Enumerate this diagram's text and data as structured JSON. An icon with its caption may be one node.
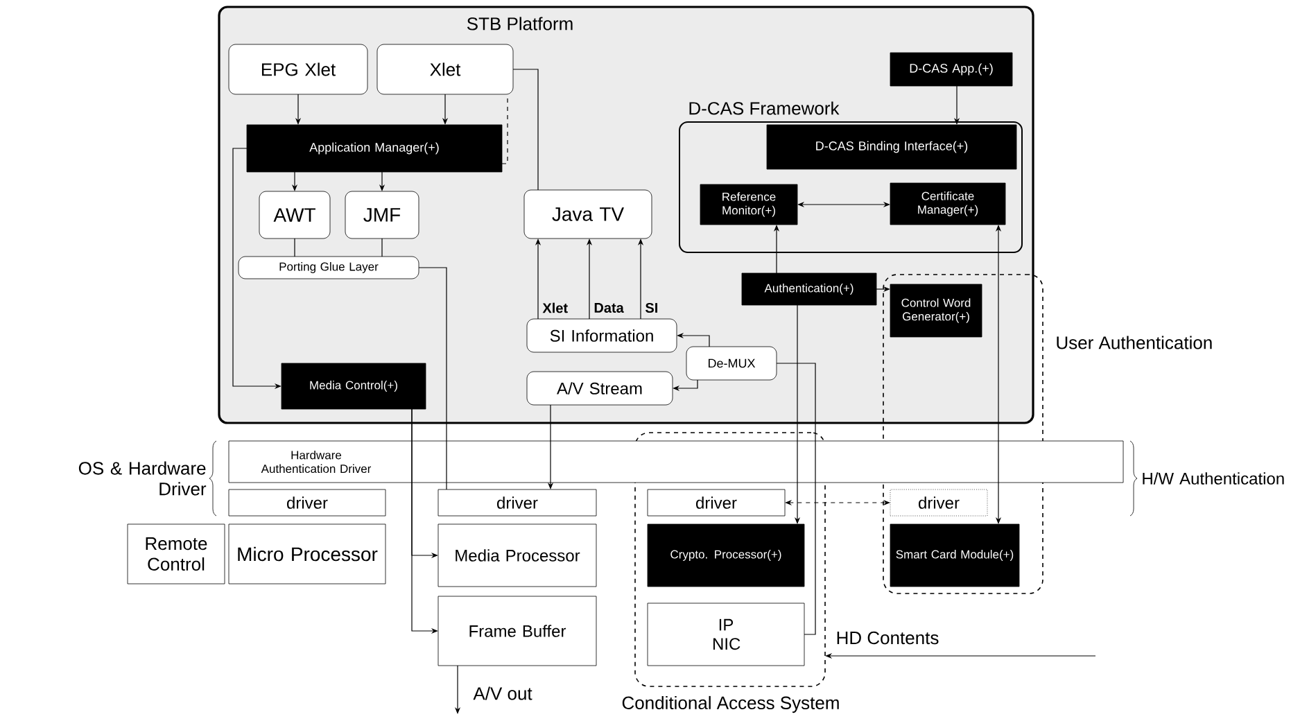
{
  "diagram": {
    "nodes": [
      {
        "text": [
          "STB Platform"
        ]
      },
      {
        "text": [
          "EPG Xlet"
        ],
        "in": 0
      },
      {
        "text": [
          "Xlet"
        ],
        "in": 0
      },
      {
        "text": [
          "D-CAS App.(+)"
        ],
        "in": 0
      },
      {
        "text": [
          "Application Manager(+)"
        ],
        "in": 0
      },
      {
        "text": [
          "D-CAS Framework"
        ],
        "in": 0
      },
      {
        "text": [
          "D-CAS Binding Interface(+)"
        ],
        "in": 5
      },
      {
        "text": [
          "AWT"
        ],
        "in": 0
      },
      {
        "text": [
          "JMF"
        ],
        "in": 0
      },
      {
        "text": [
          "Java TV"
        ],
        "in": 0
      },
      {
        "text": [
          "Reference Monitor(+)"
        ],
        "in": 5
      },
      {
        "text": [
          "Certificate Manager(+)"
        ],
        "in": 5
      },
      {
        "text": [
          "Porting Glue Layer"
        ],
        "in": 0
      },
      {
        "text": [
          "Authentication(+)"
        ],
        "in": 0
      },
      {
        "text": [
          "User Authentication"
        ]
      },
      {
        "text": [
          "Control Word Generator(+)"
        ]
      },
      {
        "text": [
          "SI Information"
        ],
        "in": 0
      },
      {
        "text": [
          "De-MUX"
        ],
        "in": 0
      },
      {
        "text": [
          "A/V Stream"
        ],
        "in": 0
      },
      {
        "text": [
          "Media Control(+)"
        ],
        "in": 0
      },
      {
        "text": [
          "Conditional Access System"
        ]
      },
      {
        "text": [
          "driver"
        ]
      },
      {
        "text": [
          "driver"
        ]
      },
      {
        "text": [
          "driver"
        ],
        "in": 20
      },
      {
        "text": [
          "driver"
        ],
        "in": 14
      },
      {
        "text": [
          "Remote Control"
        ]
      },
      {
        "text": [
          "Micro Processor"
        ]
      },
      {
        "text": [
          "Media Processor"
        ]
      },
      {
        "text": [
          "Crypto. Processor(+)"
        ],
        "in": 20
      },
      {
        "text": [
          "Smart Card Module(+)"
        ],
        "in": 14
      },
      {
        "text": [
          "Frame Buffer"
        ]
      },
      {
        "text": [
          "IP NIC"
        ],
        "in": 20
      }
    ],
    "edges": [
      {
        "from": 1,
        "to": 4,
        "arrow": "to"
      },
      {
        "from": 2,
        "to": 4,
        "arrow": "to"
      },
      {
        "from": 2,
        "to": 9,
        "arrow": "none"
      },
      {
        "from": 4,
        "to": 2,
        "arrow": "none",
        "style": "dashed"
      },
      {
        "from": 3,
        "to": 6,
        "arrow": "to"
      },
      {
        "from": 4,
        "to": 7,
        "arrow": "to"
      },
      {
        "from": 4,
        "to": 8,
        "arrow": "to"
      },
      {
        "from": 4,
        "to": 19,
        "arrow": "to"
      },
      {
        "from": 10,
        "to": 11,
        "arrow": "both"
      },
      {
        "from": 7,
        "to": 12,
        "arrow": "none"
      },
      {
        "from": 8,
        "to": 12,
        "arrow": "none"
      },
      {
        "from": 16,
        "to": 9,
        "arrow": "to",
        "label": "Xlet"
      },
      {
        "from": 16,
        "to": 9,
        "arrow": "to",
        "label": "Data"
      },
      {
        "from": 16,
        "to": 9,
        "arrow": "to",
        "label": "SI"
      },
      {
        "from": 13,
        "to": 10,
        "arrow": "to"
      },
      {
        "from": 13,
        "to": 15,
        "arrow": "to"
      },
      {
        "from": 11,
        "to": 29,
        "arrow": "both"
      },
      {
        "from": 13,
        "to": 28,
        "arrow": "to"
      },
      {
        "from": 31,
        "to": 17,
        "arrow": "none"
      },
      {
        "from": 17,
        "to": 16,
        "arrow": "to"
      },
      {
        "from": 17,
        "to": 18,
        "arrow": "to"
      },
      {
        "from": 12,
        "to": 22,
        "arrow": "none"
      },
      {
        "from": 18,
        "to": 22,
        "arrow": "to"
      },
      {
        "from": 19,
        "to": 27,
        "arrow": "to"
      },
      {
        "from": 19,
        "to": 30,
        "arrow": "to"
      },
      {
        "from": 30,
        "to": null,
        "arrow": "to",
        "label": "A/V out"
      },
      {
        "from": 23,
        "to": 24,
        "arrow": "both",
        "style": "dashed"
      },
      {
        "from": null,
        "to": 20,
        "arrow": "to",
        "label": "HD Contents"
      }
    ],
    "labels": [
      "Hardware Authentication Driver",
      "OS & Hardware Driver",
      "H/W Authentication"
    ]
  }
}
